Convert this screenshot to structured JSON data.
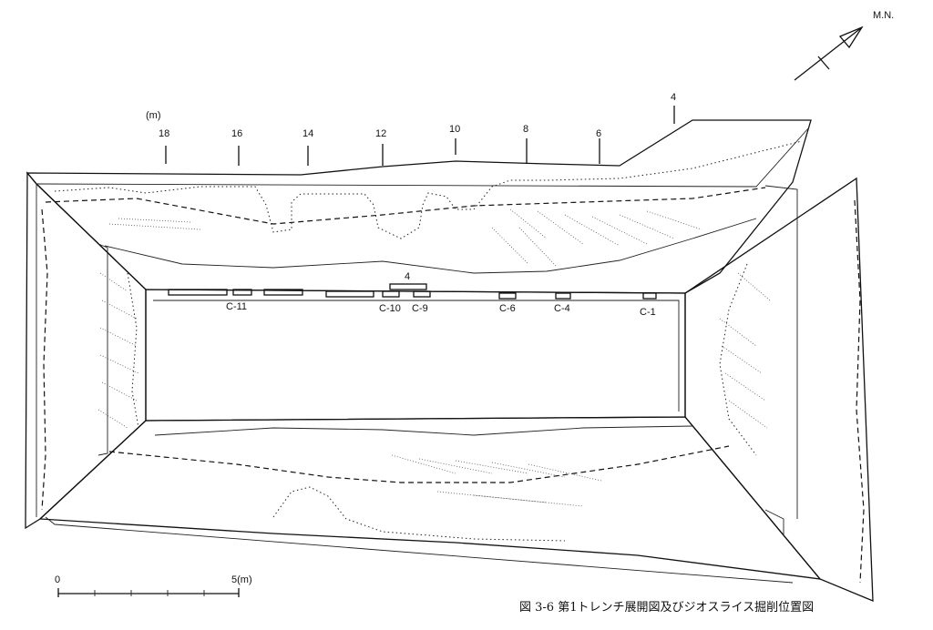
{
  "north": {
    "label": "M.N."
  },
  "distance_axis": {
    "unit_label": "(m)",
    "ticks": [
      "18",
      "16",
      "14",
      "12",
      "10",
      "8",
      "6",
      "4"
    ]
  },
  "samples": {
    "marker_4": "4",
    "labels": [
      "C-11",
      "C-10",
      "C-9",
      "C-6",
      "C-4",
      "C-1"
    ]
  },
  "scale_bar": {
    "start": "0",
    "end": "5(m)"
  },
  "caption": "図 3-6  第1トレンチ展開図及びジオスライス掘削位置図"
}
